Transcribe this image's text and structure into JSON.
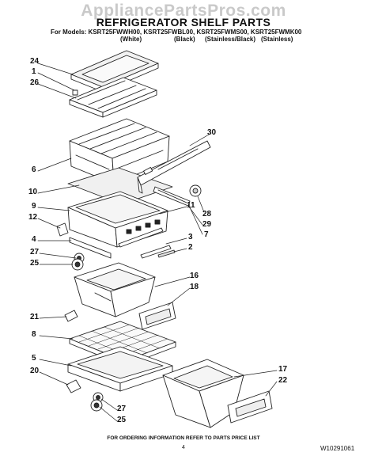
{
  "watermark": "AppliancePartsPros.com",
  "title": "REFRIGERATOR SHELF PARTS",
  "models_line": "For Models: KSRT25FWWH00, KSRT25FWBL00, KSRT25FWMS00, KSRT25FWMK00",
  "variants": [
    "(White)",
    "(Black)",
    "(Stainless/Black)",
    "(Stainless)"
  ],
  "callouts": {
    "c24": "24",
    "c1": "1",
    "c26": "26",
    "c30": "30",
    "c6": "6",
    "c10": "10",
    "c9": "9",
    "c11": "11",
    "c28": "28",
    "c29": "29",
    "c7": "7",
    "c12": "12",
    "c3": "3",
    "c4": "4",
    "c2": "2",
    "c27a": "27",
    "c25a": "25",
    "c16": "16",
    "c18": "18",
    "c21": "21",
    "c8": "8",
    "c5": "5",
    "c17": "17",
    "c20": "20",
    "c22": "22",
    "c27b": "27",
    "c25b": "25"
  },
  "footer": "FOR ORDERING INFORMATION REFER TO PARTS PRICE LIST",
  "page_number": "4",
  "doc_number": "W10291061"
}
